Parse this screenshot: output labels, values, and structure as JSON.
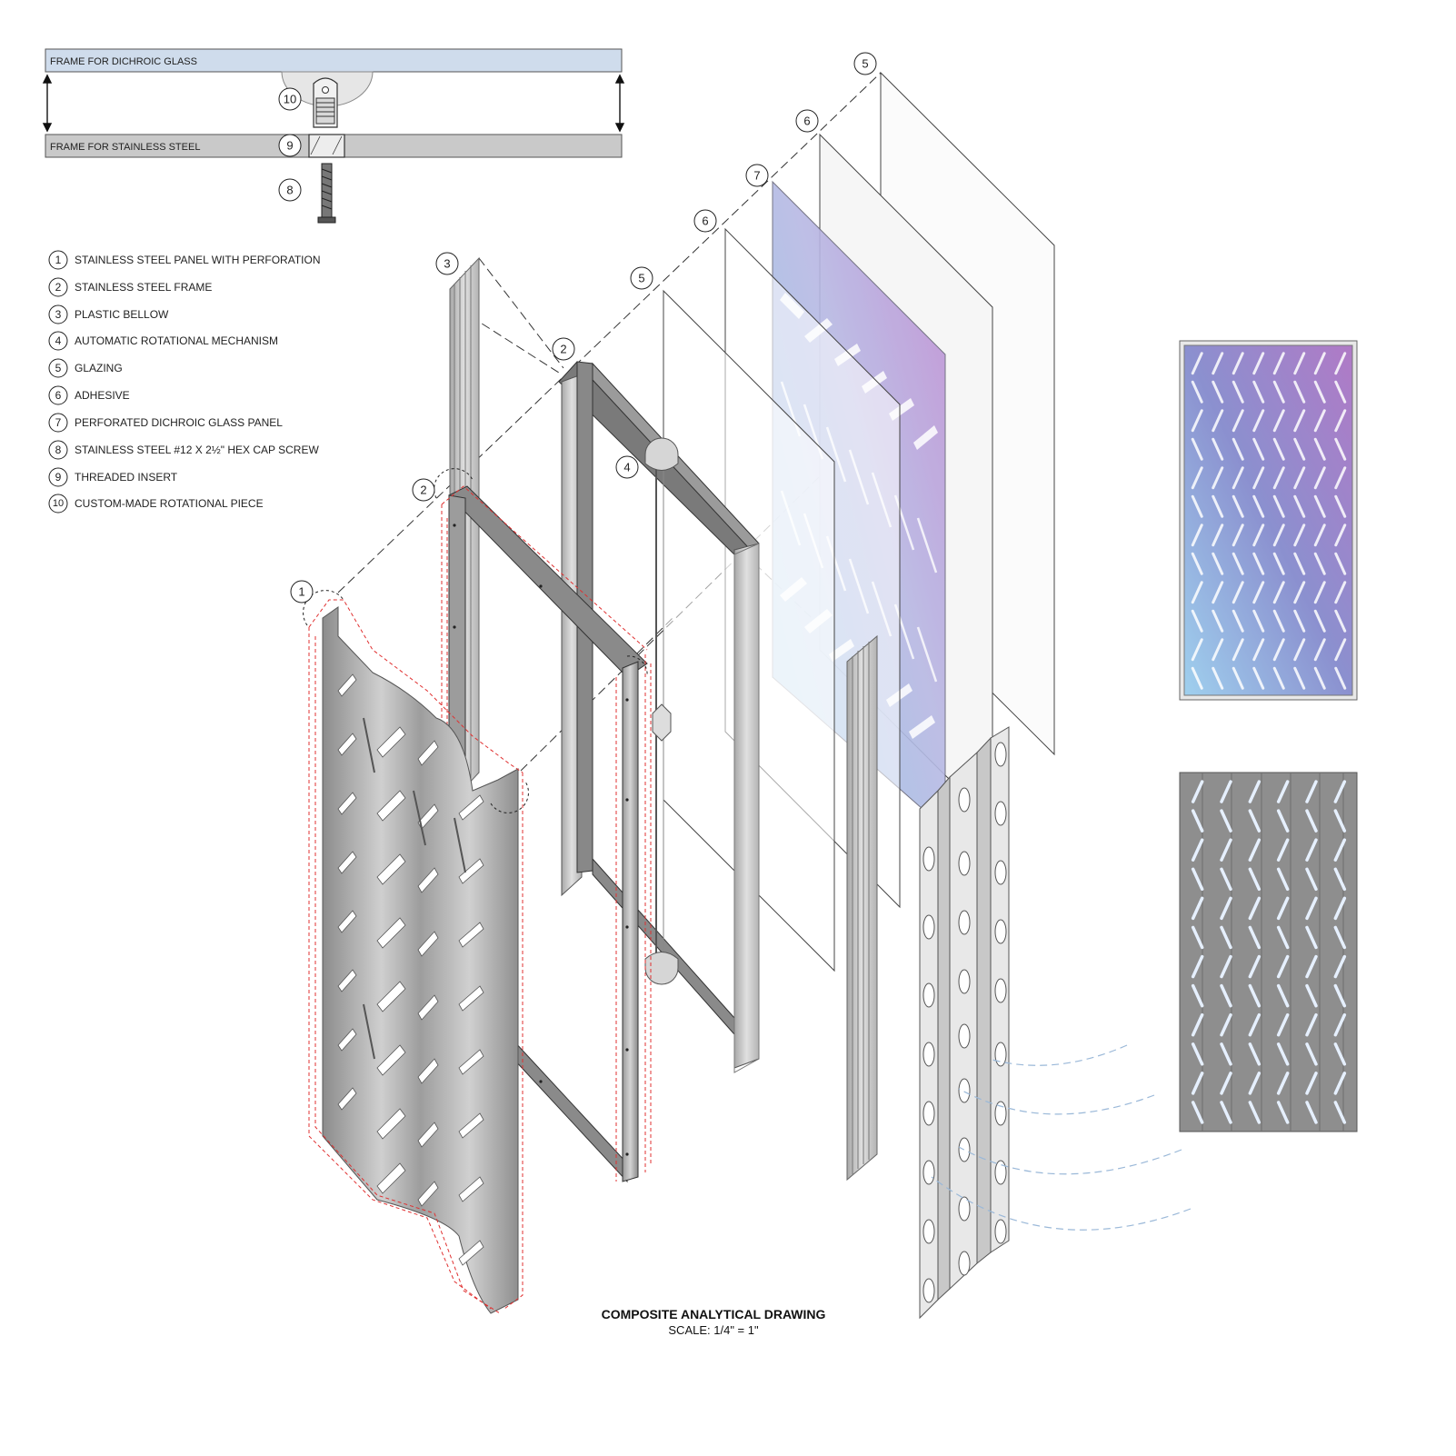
{
  "detail": {
    "top_frame_label": "FRAME FOR DICHROIC GLASS",
    "bottom_frame_label": "FRAME FOR STAINLESS STEEL",
    "callouts": [
      "10",
      "9",
      "8"
    ]
  },
  "legend": [
    {
      "num": "1",
      "text": " STAINLESS STEEL PANEL WITH PERFORATION"
    },
    {
      "num": "2",
      "text": "STAINLESS STEEL FRAME"
    },
    {
      "num": "3",
      "text": "PLASTIC BELLOW"
    },
    {
      "num": "4",
      "text": "AUTOMATIC ROTATIONAL MECHANISM"
    },
    {
      "num": "5",
      "text": "GLAZING"
    },
    {
      "num": "6",
      "text": "ADHESIVE"
    },
    {
      "num": "7",
      "text": "PERFORATED DICHROIC GLASS PANEL"
    },
    {
      "num": "8",
      "text": "STAINLESS STEEL #12 X 2½\" HEX CAP SCREW"
    },
    {
      "num": "9",
      "text": "THREADED INSERT"
    },
    {
      "num": "10",
      "text": "CUSTOM-MADE ROTATIONAL PIECE"
    }
  ],
  "exploded_callouts": [
    "5",
    "6",
    "7",
    "6",
    "5",
    "3",
    "2",
    "4",
    "2",
    "1"
  ],
  "caption": {
    "title": "COMPOSITE ANALYTICAL DRAWING",
    "scale": "SCALE: 1/4\" = 1\""
  },
  "colors": {
    "frame_blue": "#cfdcec",
    "frame_gray": "#c9c9c9",
    "steel": "#bdbdbd",
    "dichroic_blue": "#8fc6e6",
    "dichroic_purple": "#c08ad2",
    "cut_line_red": "#e03030",
    "airflow_blue": "#9ab8d8"
  }
}
